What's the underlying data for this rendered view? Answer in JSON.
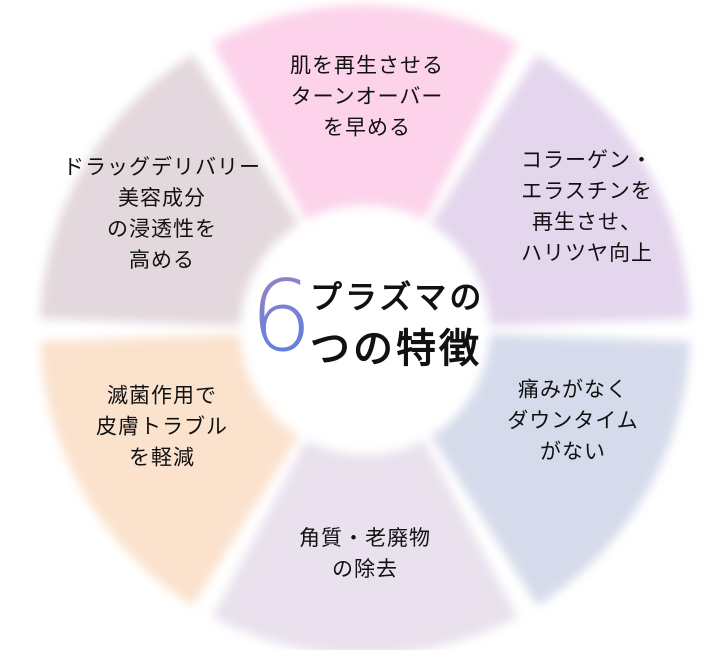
{
  "title": {
    "number": "6",
    "line1": "プラズマの",
    "line2": "つの特徴"
  },
  "segments": [
    {
      "label": "肌を再生させる\nターンオーバー\nを早める",
      "color": "#fcd3ea"
    },
    {
      "label": "コラーゲン・\nエラスチンを\n再生させ、\nハリツヤ向上",
      "color": "#e4d6ed"
    },
    {
      "label": "痛みがなく\nダウンタイム\nがない",
      "color": "#d6dbeb"
    },
    {
      "label": "角質・老廃物\nの除去",
      "color": "#e9e1ed"
    },
    {
      "label": "滅菌作用で\n皮膚トラブル\nを軽減",
      "color": "#fbe2cd"
    },
    {
      "label": "ドラッグデリバリー\n美容成分\nの浸透性を\n高める",
      "color": "#e3d8dd"
    }
  ]
}
